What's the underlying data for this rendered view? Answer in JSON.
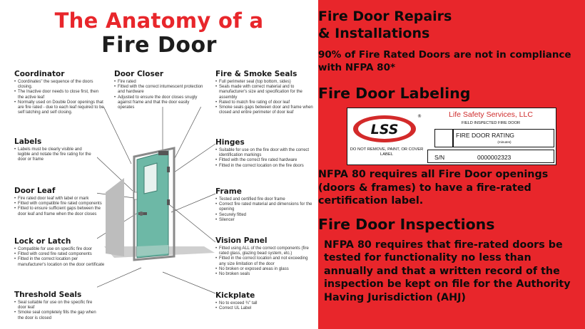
{
  "left": {
    "title_line1": "The Anatomy of a",
    "title_line2": "Fire Door",
    "sections": {
      "coordinator": {
        "title": "Coordinator",
        "bullets": [
          "Coordinates\" the sequence of the doors closing.",
          "The Inactive door needs to close first, then the active leaf",
          "Normally used on Double Door openings that are fire rated - due to each leaf required to be self latching and self closing."
        ]
      },
      "door_closer": {
        "title": "Door Closer",
        "bullets": [
          "Fire rated",
          "Fitted with the correct intumescent protection and hardware",
          "Adjusted to ensure the door closes snugly against frame and that the door easily operates"
        ]
      },
      "fire_smoke_seals": {
        "title": "Fire & Smoke Seals",
        "bullets": [
          "Full perimeter seal (top bottom, sides)",
          "Seals made with correct material and to manufacturer's size and specification for the assembly",
          "Rated to match fire rating of door leaf",
          "Smoke seals gaps between door and frame when closed and entire perimeter of door leaf"
        ]
      },
      "labels": {
        "title": "Labels",
        "bullets": [
          "Labels must be clearly visible and legible and notate the fire rating for the door or frame"
        ]
      },
      "hinges": {
        "title": "Hinges",
        "bullets": [
          "Suitable for use on the fire door with the correct identification markings",
          "Fitted with the correct fire rated hardware",
          "Fitted in the correct location on the fire doors"
        ]
      },
      "door_leaf": {
        "title": "Door Leaf",
        "bullets": [
          "Fire rated door leaf with label or mark",
          "Fitted with compatible fire rated components",
          "Fitted to ensure sufficient gaps between the door leaf and frame when the door closes"
        ]
      },
      "frame": {
        "title": "Frame",
        "bullets": [
          "Tested and certified fire door frame",
          "Correct fire rated material and dimensions for the opening",
          "Securely fitted",
          "Silencer"
        ]
      },
      "lock_latch": {
        "title": "Lock or Latch",
        "bullets": [
          "Compatible for use on specific fire door",
          "Fitted with cored fire rated components",
          "Fitted in the correct location per manufacturer's location on the door certificate"
        ]
      },
      "vision_panel": {
        "title": "Vision Panel",
        "bullets": [
          "Fitted using ALL of the correct components (fire rated glass, glazing bead system, etc.)",
          "Fitted in the correct location and not exceeding any size limitation of the door",
          "No broken or exposed areas in glass",
          "No broken seals"
        ]
      },
      "threshold_seals": {
        "title": "Threshold Seals",
        "bullets": [
          "Seal suitable for use on the specific fire door leaf",
          "Smoke seal completely fills the gap when the door is closed"
        ]
      },
      "kickplate": {
        "title": "Kickplate",
        "bullets": [
          "No to exceed ¾\" tall",
          "Correct UL Label"
        ]
      }
    }
  },
  "right": {
    "heading_line1": "Fire Door Repairs",
    "heading_line2": "& Installations",
    "stat": "90% of Fire Rated Doors are not in compliance with NFPA 80*",
    "labeling_heading": "Fire Door Labeling",
    "label": {
      "logo_text": "LSS",
      "registered": "®",
      "warning": "DO NOT REMOVE, PAINT, OR COVER LABEL",
      "company": "Life Safety Services, LLC",
      "field_inspected": "FIELD INSPECTED FIRE DOOR",
      "rating_text": "FIRE DOOR RATING",
      "minutes": "(minutes)",
      "sn_label": "S/N",
      "serial": "0000002323"
    },
    "labeling_text": "NFPA 80 requires all Fire Door openings (doors & frames) to have a fire-rated certification label.",
    "inspections_heading": "Fire Door Inspections",
    "inspections_text": "NFPA 80 requires that fire-rated doors be tested for functionality no less than annually and that a written record of the inspection be kept on file for the Authority Having Jurisdiction (AHJ)"
  },
  "colors": {
    "brand_red": "#e8262b",
    "door_teal": "#6db8a6",
    "dark_text": "#1d1d1d"
  }
}
